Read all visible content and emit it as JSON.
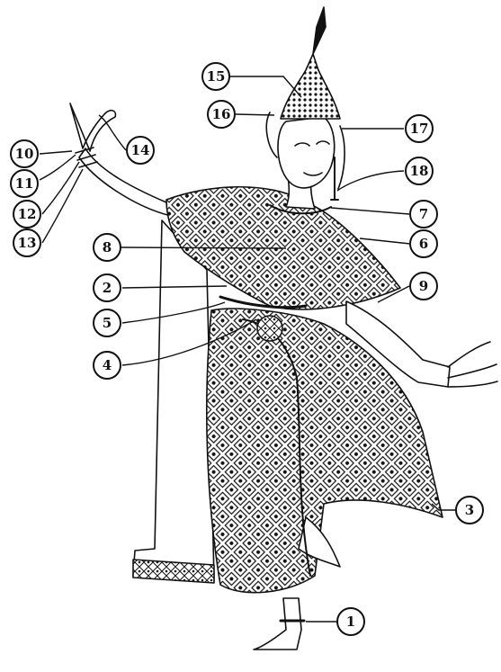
{
  "diagram": {
    "figure": "dancer-costume-line-drawing",
    "callouts": [
      {
        "id": "c1",
        "label": "1",
        "part": "anklet"
      },
      {
        "id": "c2",
        "label": "2",
        "part": "belt"
      },
      {
        "id": "c3",
        "label": "3",
        "part": "lower-garment"
      },
      {
        "id": "c4",
        "label": "4",
        "part": "belt-ornament"
      },
      {
        "id": "c5",
        "label": "5",
        "part": "waist-sash"
      },
      {
        "id": "c6",
        "label": "6",
        "part": "shoulder-cape"
      },
      {
        "id": "c7",
        "label": "7",
        "part": "necklace"
      },
      {
        "id": "c8",
        "label": "8",
        "part": "chest-ornament"
      },
      {
        "id": "c9",
        "label": "9",
        "part": "armband"
      },
      {
        "id": "c10",
        "label": "10",
        "part": "wrist-ornament"
      },
      {
        "id": "c11",
        "label": "11",
        "part": "bracelet-upper"
      },
      {
        "id": "c12",
        "label": "12",
        "part": "bracelet-middle"
      },
      {
        "id": "c13",
        "label": "13",
        "part": "bracelet-lower"
      },
      {
        "id": "c14",
        "label": "14",
        "part": "fingernail-extension"
      },
      {
        "id": "c15",
        "label": "15",
        "part": "crown"
      },
      {
        "id": "c16",
        "label": "16",
        "part": "ear-ornament-left"
      },
      {
        "id": "c17",
        "label": "17",
        "part": "ear-ornament-right"
      },
      {
        "id": "c18",
        "label": "18",
        "part": "earring-tassel"
      }
    ]
  }
}
